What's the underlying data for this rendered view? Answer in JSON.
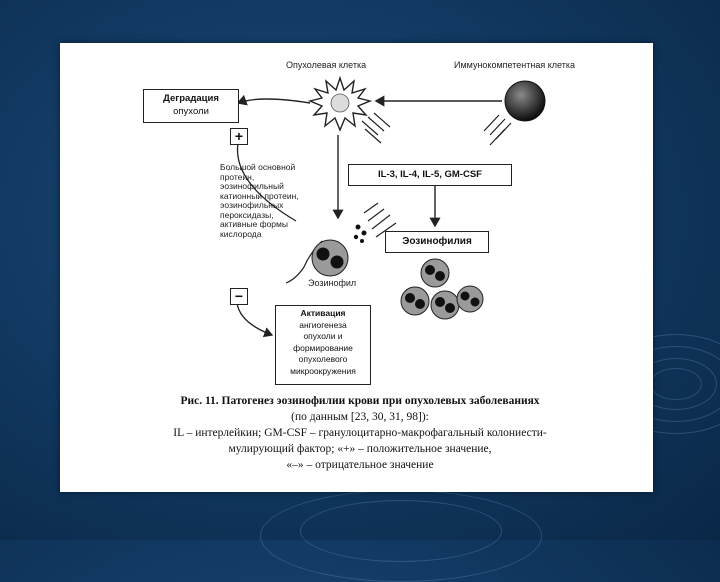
{
  "diagram": {
    "tumor_cell_label": "Опухолевая клетка",
    "immune_cell_label": "Иммунокомпетентная клетка",
    "tumor_degradation_box": [
      "Деградация",
      "опухоли"
    ],
    "plus_sign": "+",
    "minus_sign": "−",
    "mediators_text": [
      "Большой основной",
      "протеин,",
      "эозинофильный",
      "катионный протеин,",
      "эозинофильных",
      "пероксидазы,",
      "активные формы",
      "кислорода"
    ],
    "cytokines_box": "IL-3, IL-4, IL-5, GM-CSF",
    "eosinophilia_box": "Эозинофилия",
    "eosinophil_label": "Эозинофил",
    "activation_box": [
      "Активация",
      "ангиогенеза",
      "опухоли и",
      "формирование",
      "опухолевого",
      "микроокружения"
    ]
  },
  "caption": {
    "line1": "Рис. 11. Патогенез эозинофилии крови при опухолевых заболеваниях",
    "line2": "(по данным [23, 30, 31, 98]):",
    "line3": "IL – интерлейкин; GM-CSF – гранулоцитарно-макрофагальный колониести-",
    "line4": "мулирующий фактор; «+» – положительное значение,",
    "line5": "«–» – отрицательное значение"
  }
}
